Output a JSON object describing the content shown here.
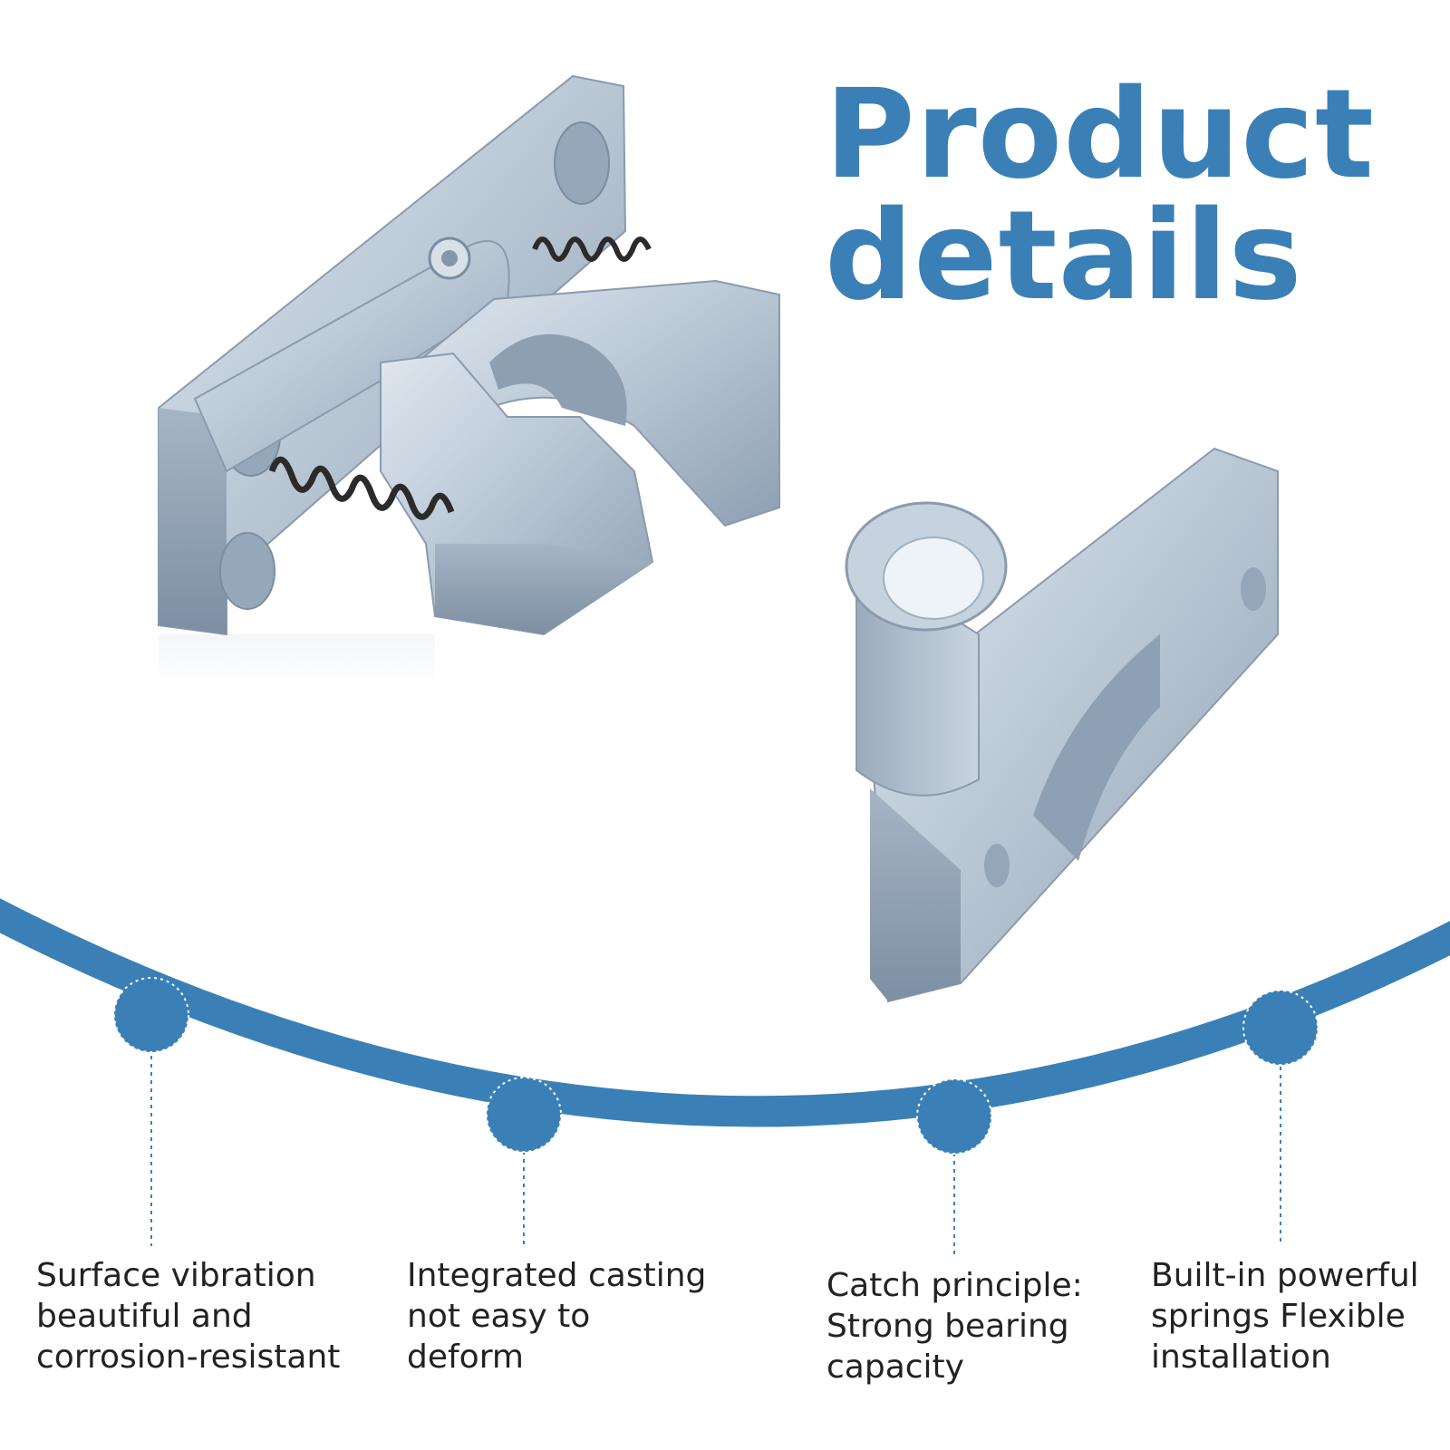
{
  "title": {
    "line1": "Product",
    "line2": "details"
  },
  "colors": {
    "accent": "#3a80b6",
    "metal": "#a9b8c8",
    "spring": "#2b2b2b",
    "text": "#222222"
  },
  "features": [
    {
      "text": "Surface vibration\nbeautiful and\ncorrosion-resistant"
    },
    {
      "text": "Integrated casting\nnot easy to\ndeform"
    },
    {
      "text": "Catch principle:\nStrong bearing\ncapacity"
    },
    {
      "text": "Built-in powerful\nsprings Flexible\ninstallation"
    }
  ]
}
